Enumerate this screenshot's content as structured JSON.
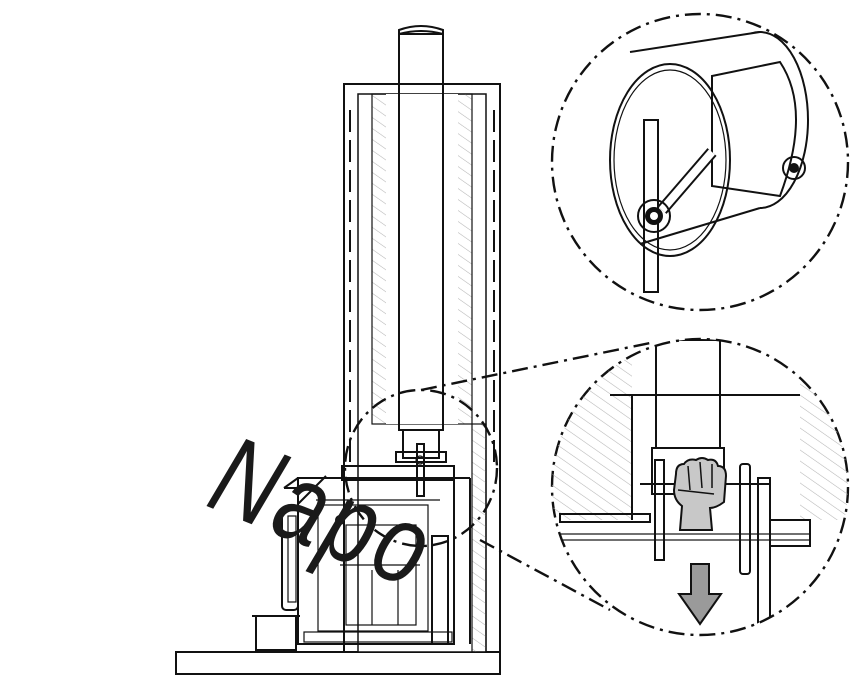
{
  "watermark": {
    "text": "Napo",
    "color": "#1a1a1a"
  },
  "colors": {
    "line": "#111111",
    "hatch": "#b5b5b5",
    "hand_fill": "#c8c8c8",
    "arrow_fill": "#9a9a9a",
    "background": "#ffffff"
  },
  "parts": {
    "chimney_pipe": "flexible-flue-pipe",
    "chimney_enclosure": "chimney-enclosure",
    "stove_body": "stove-body",
    "stove_door": "stove-door",
    "floor": "floor-slab",
    "ash_pan": "ash-pan",
    "damper_detail": "damper-detail-callout",
    "hand_detail": "hand-pull-detail-callout",
    "down_arrow": "pull-down-arrow-icon",
    "fist": "hand-fist-icon"
  }
}
